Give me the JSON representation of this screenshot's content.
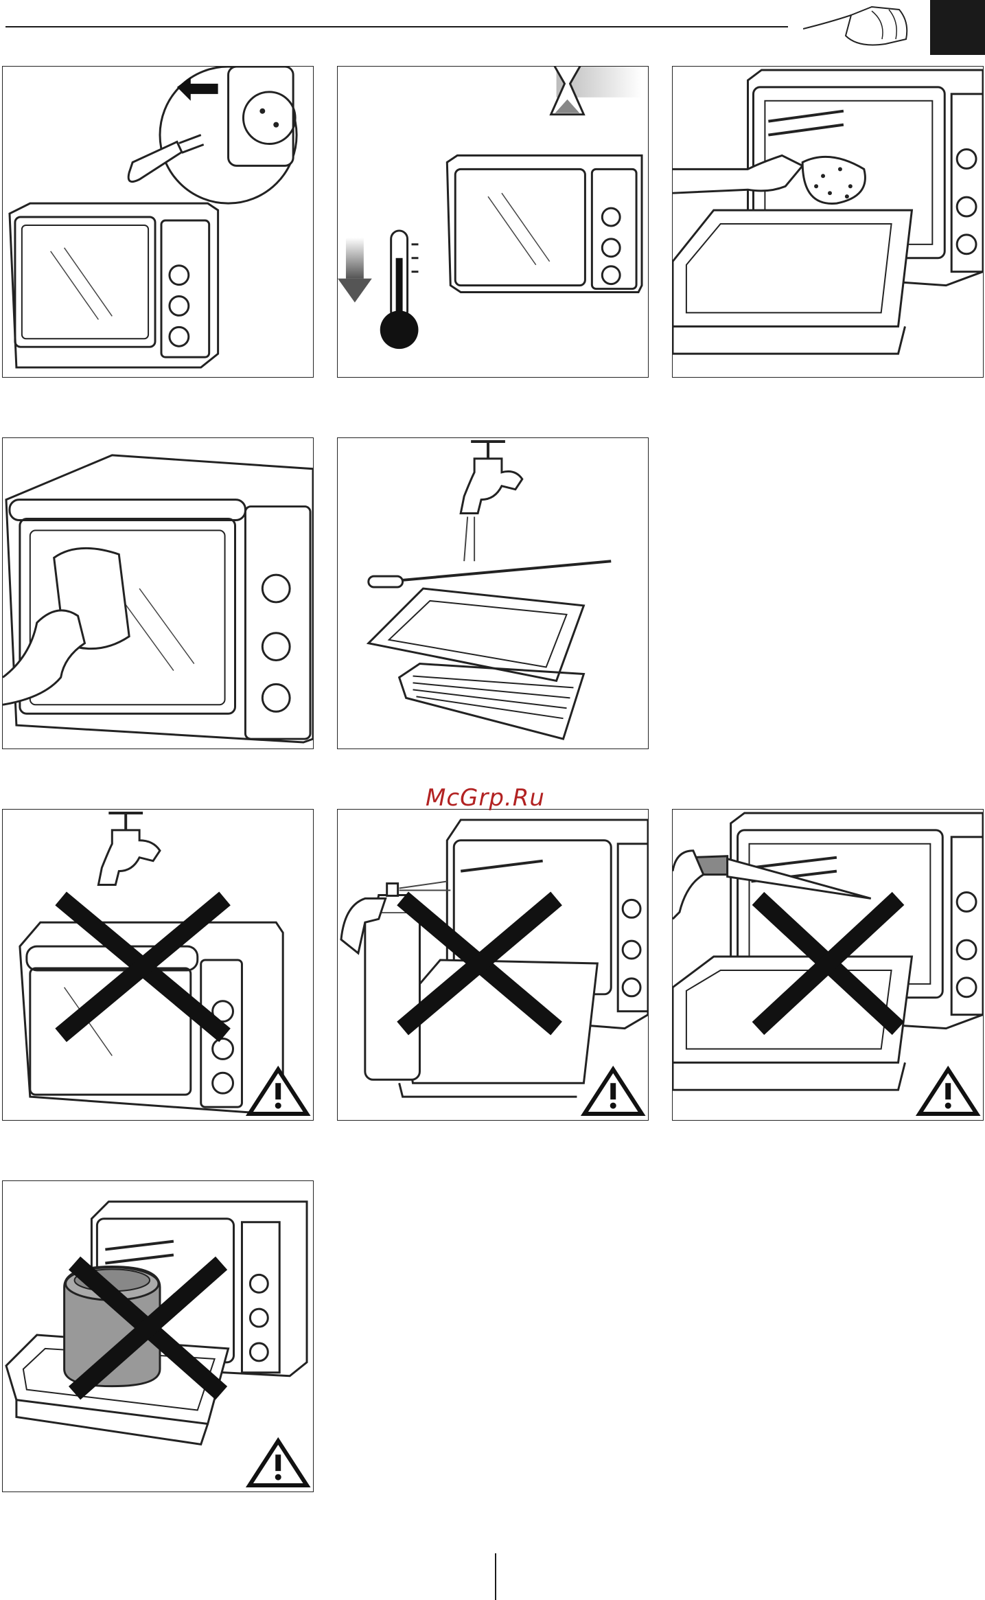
{
  "page": {
    "watermark": "McGrp.Ru",
    "header_icon": "hand-wiping-cloth-icon"
  },
  "panels": [
    {
      "id": "unplug",
      "icon": "unplug-socket-icon",
      "warning": false,
      "prohibited": false
    },
    {
      "id": "cool-down",
      "icon": "hourglass-thermometer-icon",
      "warning": false,
      "prohibited": false
    },
    {
      "id": "wipe-inside",
      "icon": "sponge-wipe-icon",
      "warning": false,
      "prohibited": false
    },
    {
      "id": "wipe-door",
      "icon": "cloth-wipe-icon",
      "warning": false,
      "prohibited": false
    },
    {
      "id": "wash-accessories",
      "icon": "faucet-accessories-icon",
      "warning": false,
      "prohibited": false
    },
    {
      "id": "no-water",
      "icon": "faucet-oven-icon",
      "warning": true,
      "prohibited": true
    },
    {
      "id": "no-spray",
      "icon": "spray-can-icon",
      "warning": true,
      "prohibited": true
    },
    {
      "id": "no-knife",
      "icon": "knife-icon",
      "warning": true,
      "prohibited": true
    },
    {
      "id": "no-container",
      "icon": "container-icon",
      "warning": true,
      "prohibited": true
    }
  ]
}
